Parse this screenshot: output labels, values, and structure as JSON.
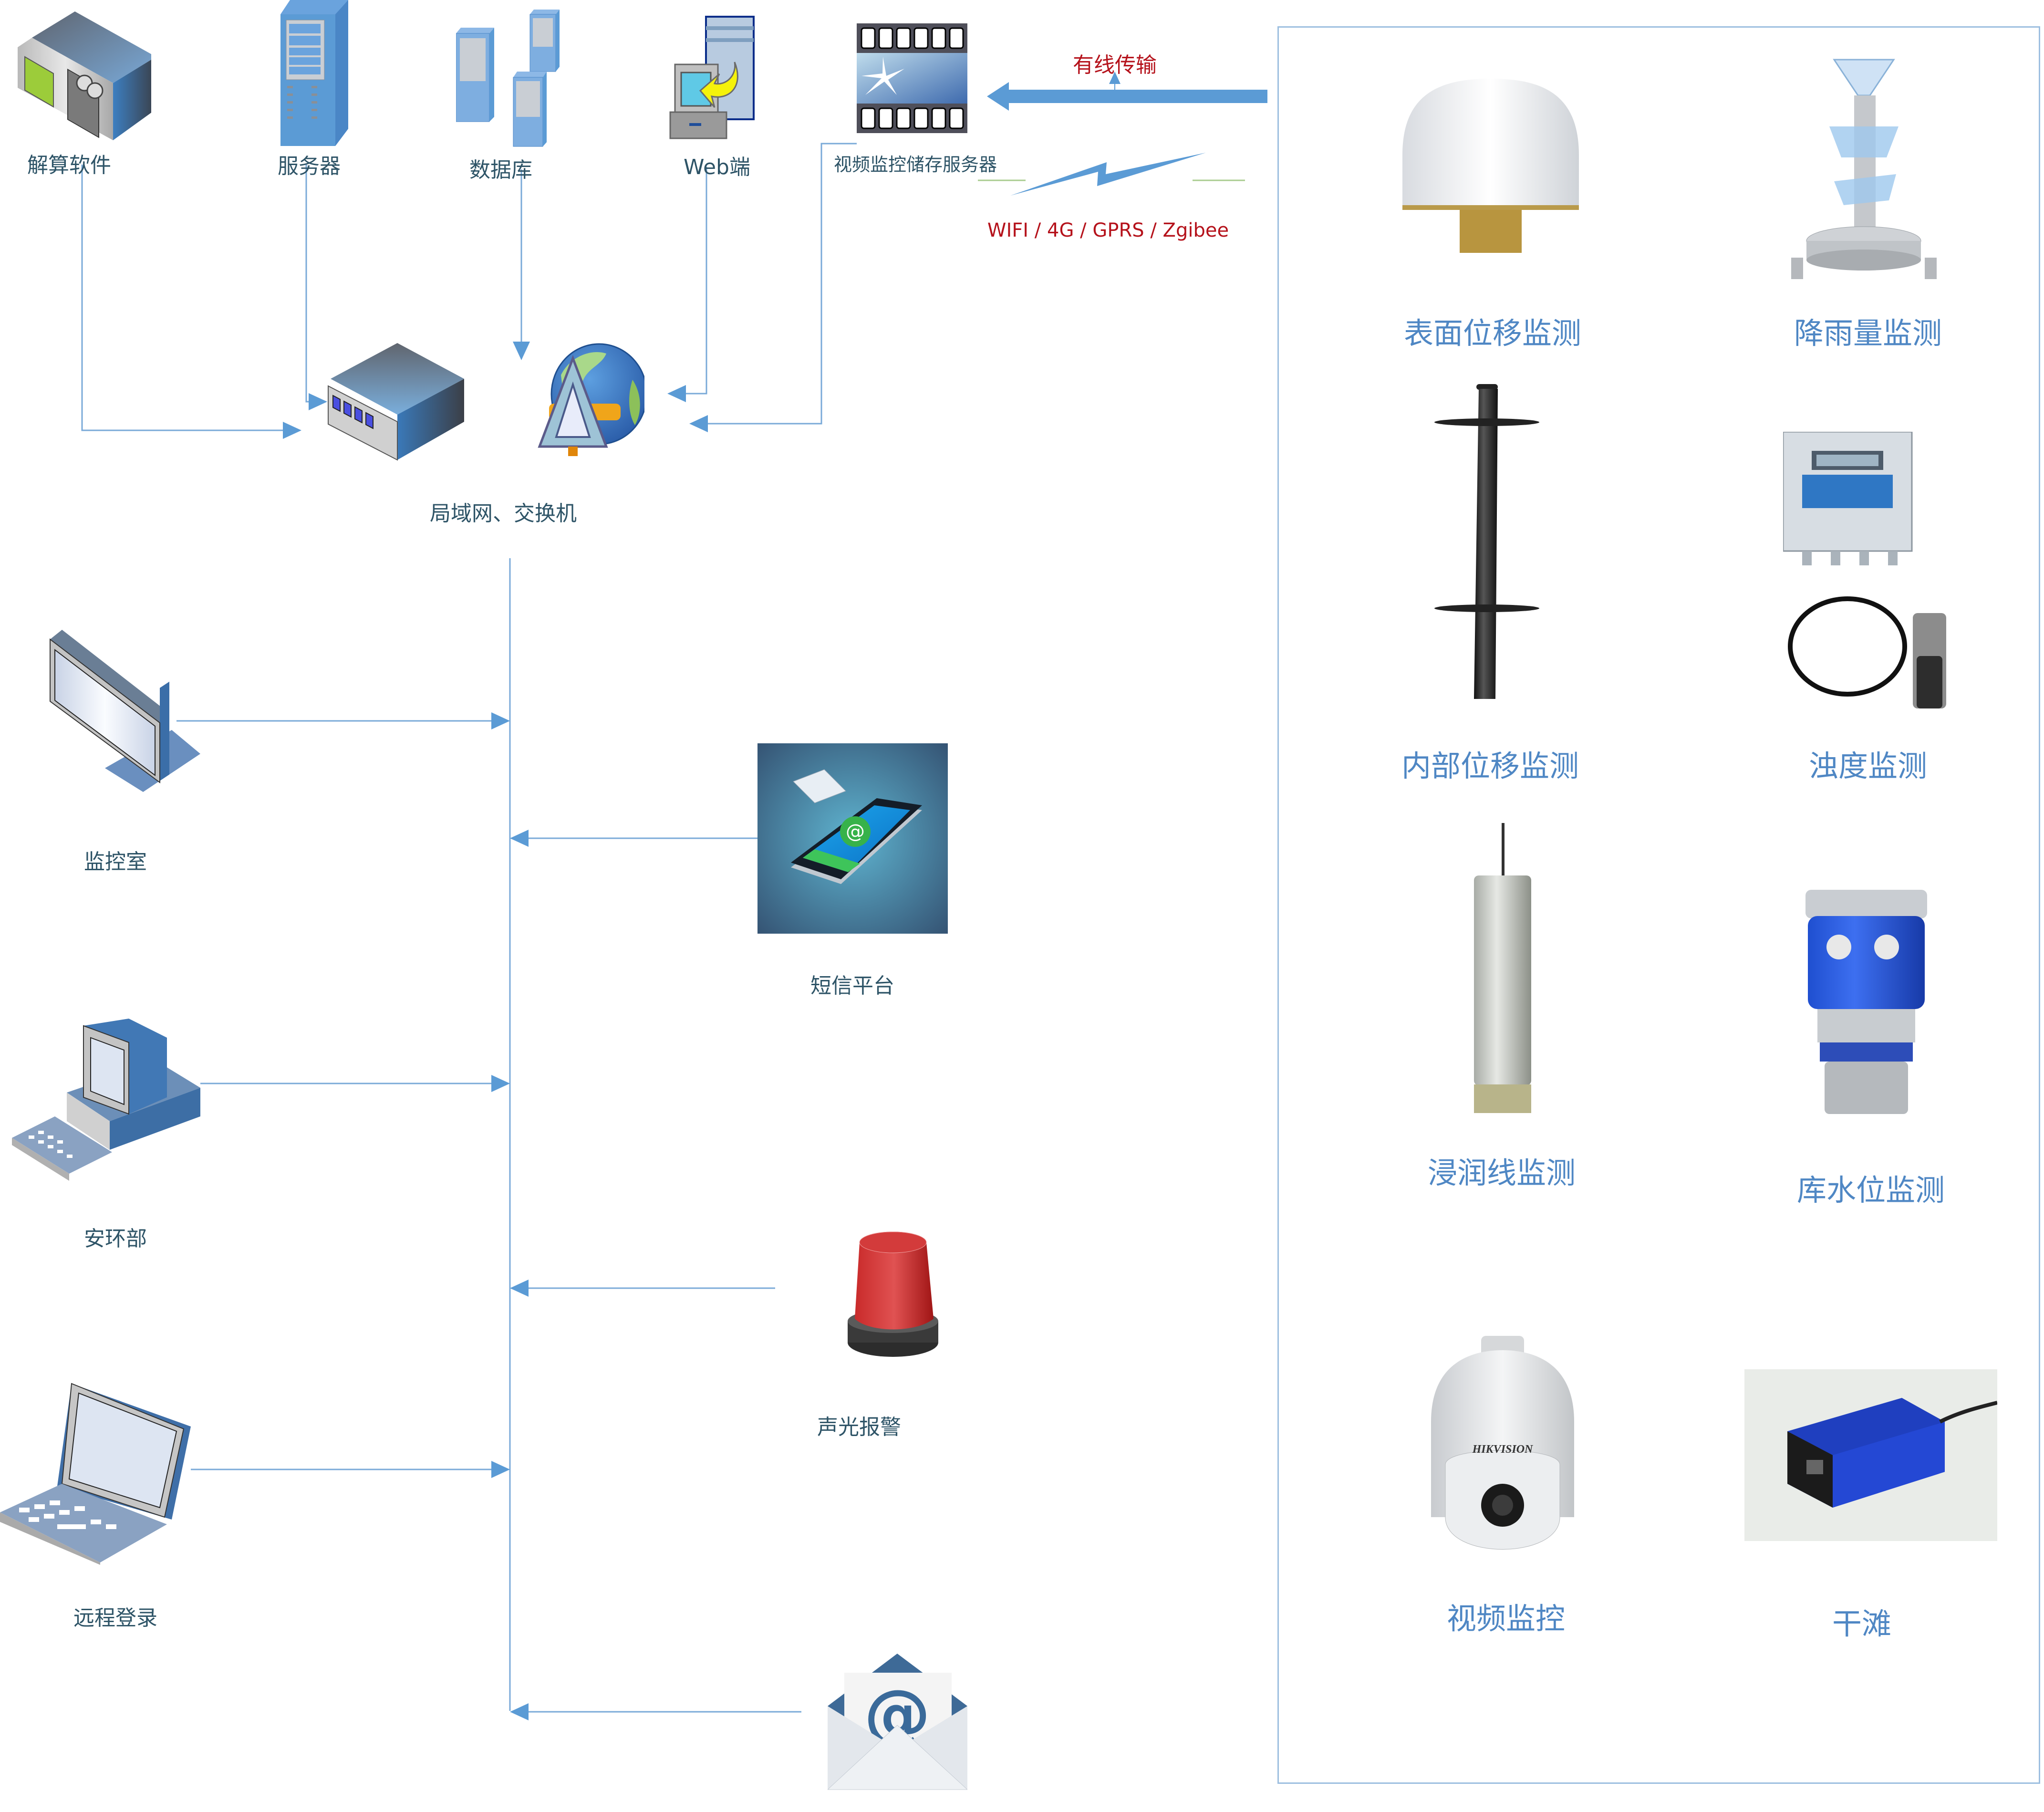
{
  "colors": {
    "connector": "#5b9bd5",
    "label_text": "#2e5467",
    "sensor_label": "#4f87c4",
    "link_text": "#b5121b",
    "panel_border": "#9dbfe0"
  },
  "top_row": [
    {
      "label": "解算软件",
      "icon": "instrument-icon"
    },
    {
      "label": "服务器",
      "icon": "server-tower-icon"
    },
    {
      "label": "数据库",
      "icon": "database-servers-icon"
    },
    {
      "label": "Web端",
      "icon": "web-client-icon"
    },
    {
      "label": "视频监控储存服务器",
      "icon": "video-storage-icon"
    }
  ],
  "links": {
    "wired_label": "有线传输",
    "wireless_label": "WIFI  / 4G / GPRS / Zgibee"
  },
  "network": {
    "label": "局域网、交换机"
  },
  "terminals": [
    {
      "label": "监控室",
      "icon": "monitor-icon"
    },
    {
      "label": "安环部",
      "icon": "desktop-computer-icon"
    },
    {
      "label": "远程登录",
      "icon": "laptop-icon"
    }
  ],
  "outputs": [
    {
      "label": "短信平台",
      "icon": "sms-phone-icon"
    },
    {
      "label": "声光报警",
      "icon": "alarm-beacon-icon"
    },
    {
      "label": "",
      "icon": "email-icon"
    }
  ],
  "sensors": [
    {
      "label": "表面位移监测",
      "icon": "gnss-antenna-icon"
    },
    {
      "label": "降雨量监测",
      "icon": "rain-gauge-icon"
    },
    {
      "label": "内部位移监测",
      "icon": "inclinometer-icon"
    },
    {
      "label": "浊度监测",
      "icon": "turbidity-meter-icon"
    },
    {
      "label": "浸润线监测",
      "icon": "piezometer-icon"
    },
    {
      "label": "库水位监测",
      "icon": "ultrasonic-level-icon"
    },
    {
      "label": "视频监控",
      "icon": "dome-camera-icon"
    },
    {
      "label": "干滩",
      "icon": "laser-rangefinder-icon"
    }
  ]
}
